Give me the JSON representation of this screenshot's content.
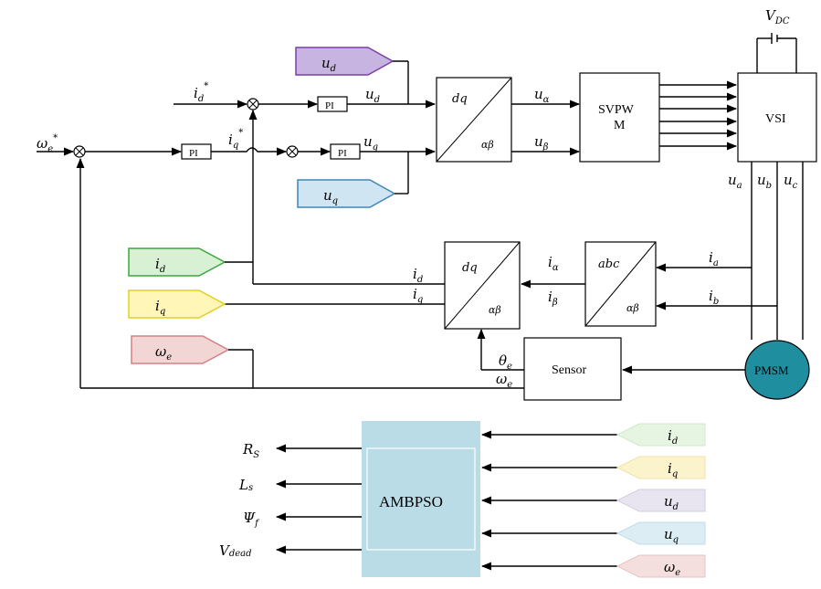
{
  "colors": {
    "ud_tag": "#c8b4e0",
    "ud_border": "#7a3fa8",
    "uq_tag": "#cfe6f2",
    "uq_border": "#3f86b8",
    "id_tag": "#d8f0d4",
    "id_border": "#3aa83a",
    "iq_tag": "#fff6b8",
    "iq_border": "#e0d020",
    "we_tag": "#f2d6d6",
    "we_border": "#d48080",
    "pmsm": "#1f8fa0",
    "ambpso": "#b9dce6"
  },
  "inputs": {
    "we_ref": "ω",
    "we_ref_sub": "e",
    "id_ref": "i",
    "id_ref_sub": "d",
    "iq_ref": "i",
    "iq_ref_sub": "q",
    "star": "*"
  },
  "controllers": {
    "pi1": "PI",
    "pi2": "PI",
    "pi3": "PI"
  },
  "signals": {
    "ud": "u",
    "ud_sub": "d",
    "uq": "u",
    "uq_sub": "q",
    "ua": "u",
    "ua_sub": "α",
    "ub": "u",
    "ub_sub": "β",
    "ia": "i",
    "ia_sub": "α",
    "ib": "i",
    "ib_sub": "β",
    "phase_a": "i",
    "phase_a_sub": "a",
    "phase_b": "i",
    "phase_b_sub": "b",
    "id": "i",
    "id_sub": "d",
    "iq": "i",
    "iq_sub": "q",
    "theta": "θ",
    "theta_sub": "e",
    "omega": "ω",
    "omega_sub": "e",
    "vua": "u",
    "vua_sub": "a",
    "vub": "u",
    "vub_sub": "b",
    "vuc": "u",
    "vuc_sub": "c",
    "vdc": "V",
    "vdc_sub": "DC"
  },
  "blocks": {
    "dq_ab_top": "dq",
    "dq_ab_bot": "αβ",
    "svpwm_1": "SVPW",
    "svpwm_2": "M",
    "vsi": "VSI",
    "ab_dq_top": "dq",
    "ab_dq_bot": "αβ",
    "abc_top": "abc",
    "abc_bot": "αβ",
    "sensor": "Sensor",
    "pmsm": "PMSM"
  },
  "tags": {
    "ud": "u",
    "ud_sub": "d",
    "uq": "u",
    "uq_sub": "q",
    "id": "i",
    "id_sub": "d",
    "iq": "i",
    "iq_sub": "q",
    "we": "ω",
    "we_sub": "e"
  },
  "ambpso": {
    "label": "AMBPSO",
    "outputs": [
      {
        "main": "R",
        "sub": "S"
      },
      {
        "main": "L",
        "sub": "s"
      },
      {
        "main": "Ψ",
        "sub": "f"
      },
      {
        "main": "V",
        "sub": "dead"
      }
    ],
    "inputs": [
      {
        "main": "i",
        "sub": "d"
      },
      {
        "main": "i",
        "sub": "q"
      },
      {
        "main": "u",
        "sub": "d"
      },
      {
        "main": "u",
        "sub": "q"
      },
      {
        "main": "ω",
        "sub": "e"
      }
    ]
  }
}
